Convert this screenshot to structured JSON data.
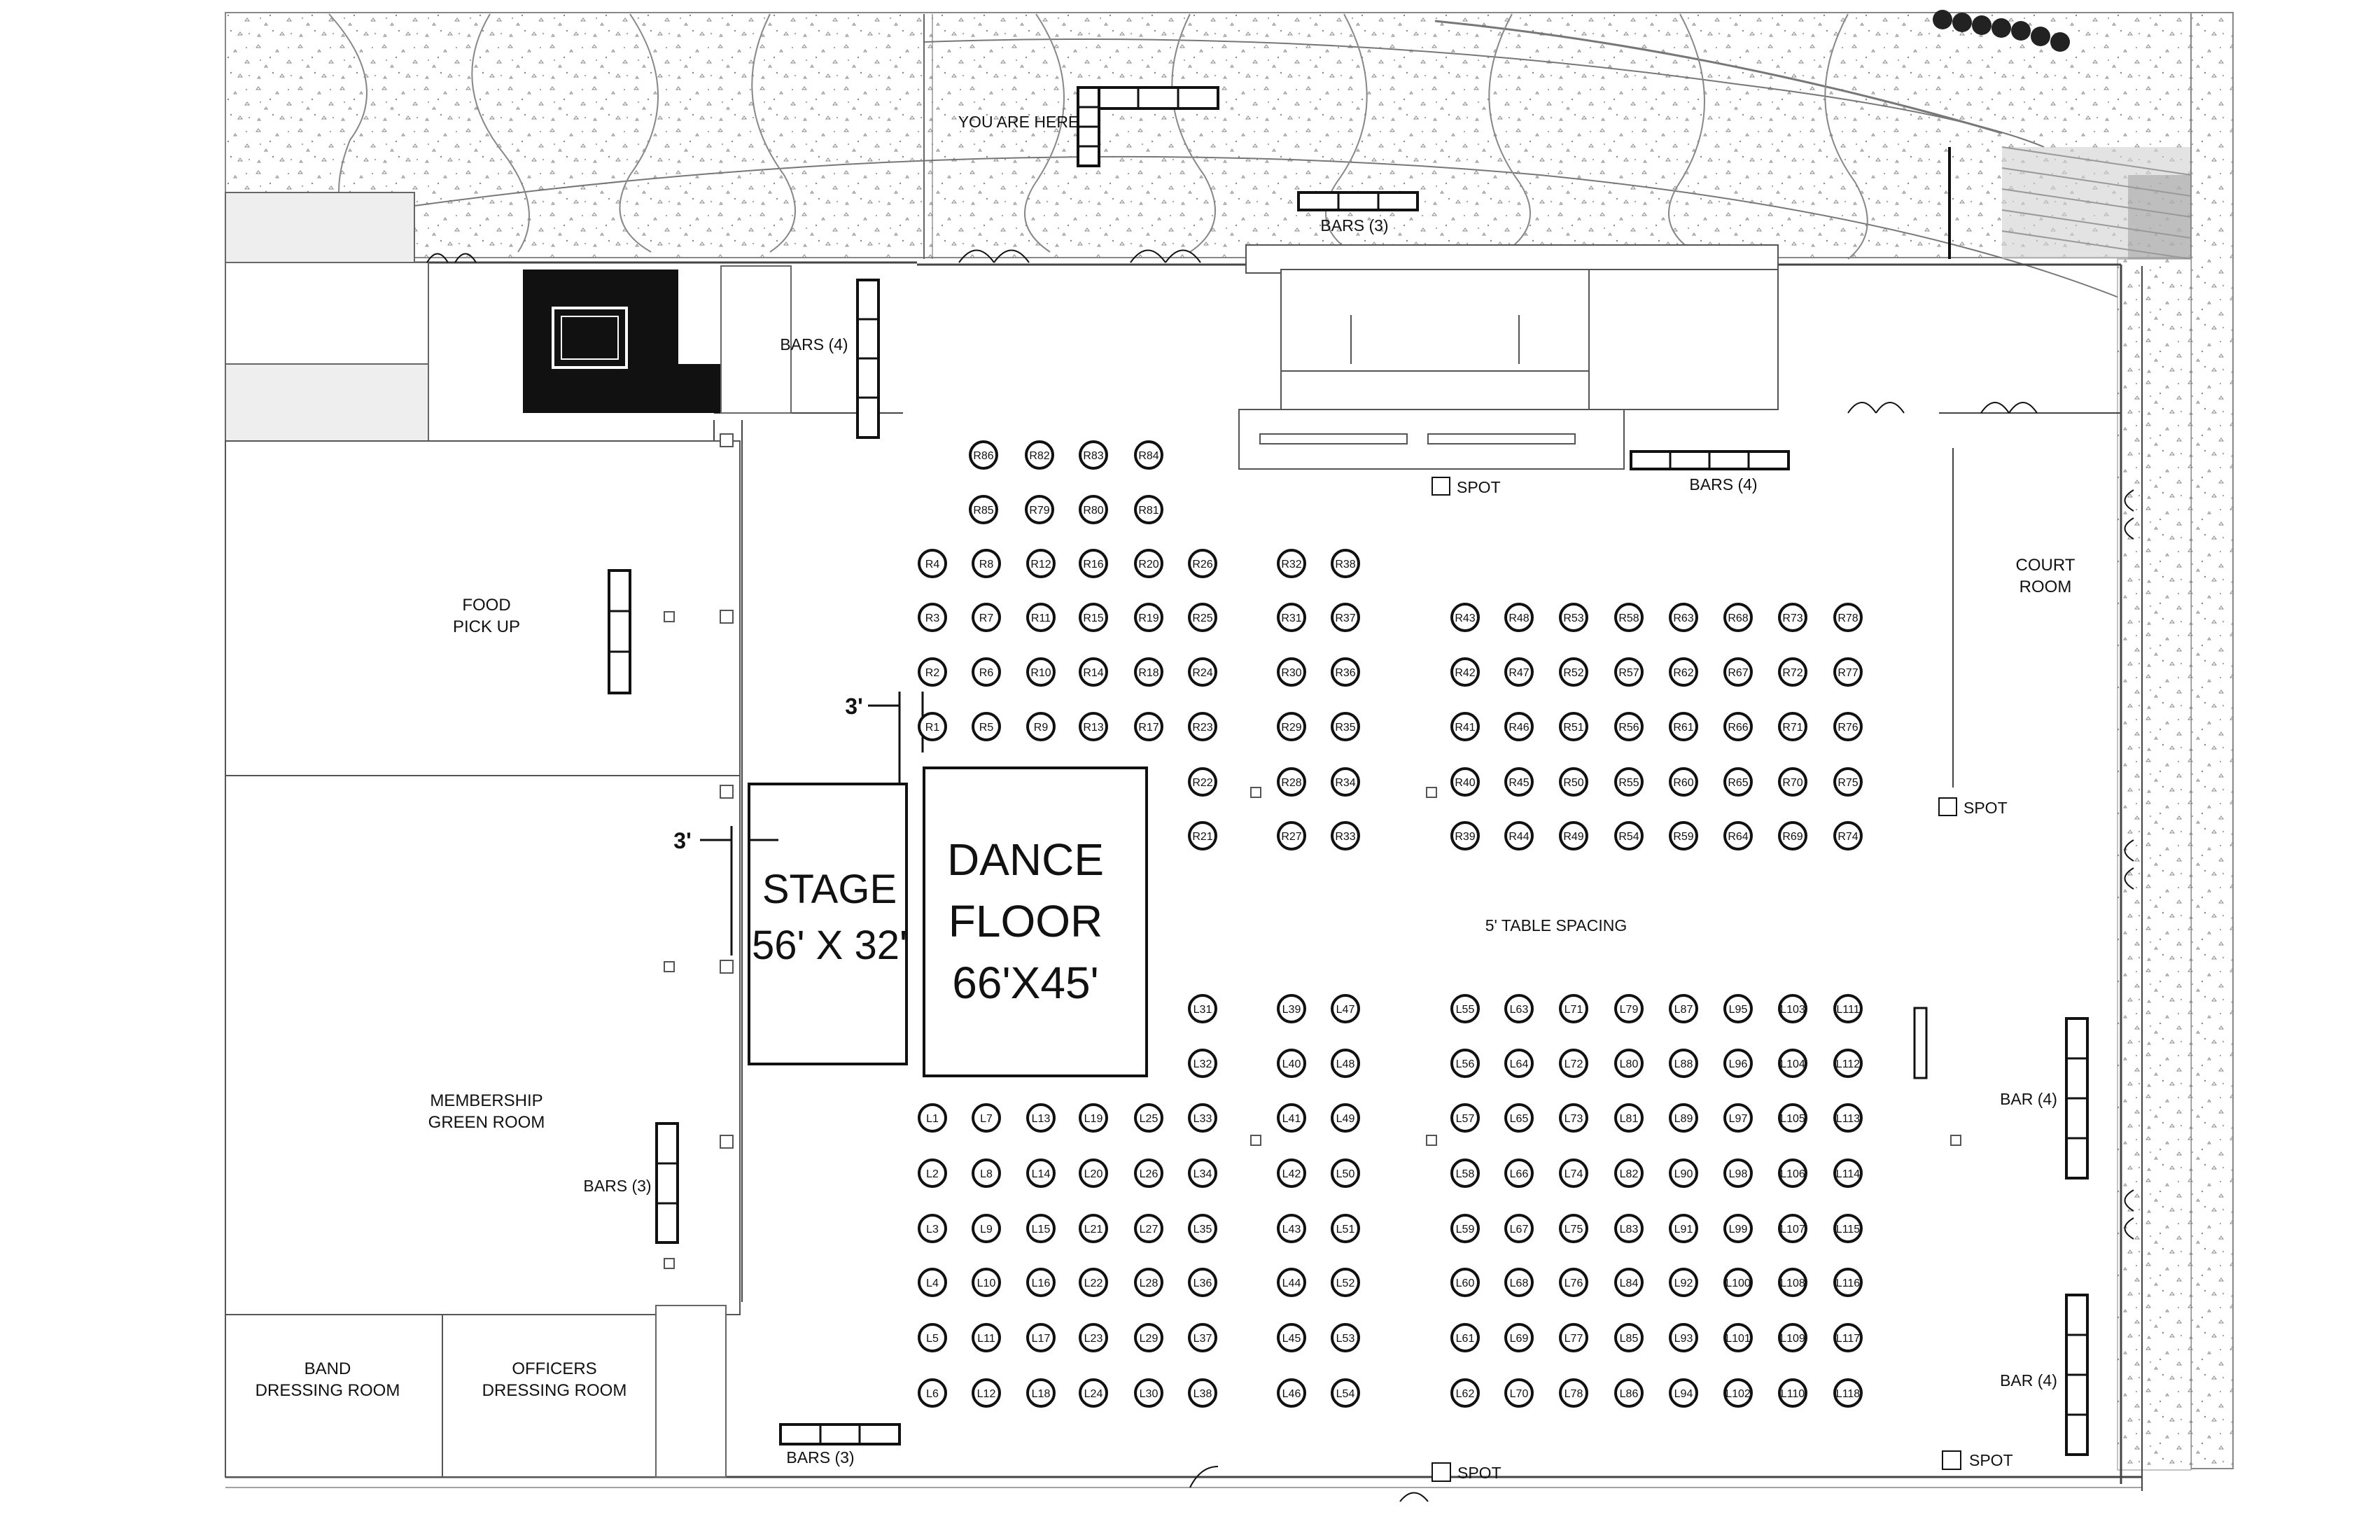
{
  "labels": {
    "you_are_here": "YOU ARE HERE",
    "bars_top": "BARS (3)",
    "bars_left_top": "BARS (4)",
    "bars_right_top": "BARS (4)",
    "spot_top": "SPOT",
    "food": "FOOD\nPICK UP",
    "court_room": "COURT\nROOM",
    "spot_right": "SPOT",
    "dim_top": "3'",
    "dim_left": "3'",
    "stage": "STAGE\n56' X 32'",
    "dance_floor": "DANCE\nFLOOR\n66'X45'",
    "table_spacing": "5' TABLE SPACING",
    "membership": "MEMBERSHIP\nGREEN ROOM",
    "bars_left_bottom": "BARS (3)",
    "bar_right_upper": "BAR (4)",
    "bar_right_lower": "BAR (4)",
    "band": "BAND\nDRESSING ROOM",
    "officers": "OFFICERS\nDRESSING ROOM",
    "bars_bottom": "BARS (3)",
    "spot_bottom": "SPOT",
    "spot_bottom_right": "SPOT"
  },
  "tables": {
    "right_top_rows": [
      [
        "R86",
        "R82",
        "R83",
        "R84"
      ],
      [
        "R85",
        "R79",
        "R80",
        "R81"
      ]
    ],
    "right_left_cols": [
      [
        "R4",
        "R3",
        "R2",
        "R1"
      ],
      [
        "R8",
        "R7",
        "R6",
        "R5"
      ],
      [
        "R12",
        "R11",
        "R10",
        "R9"
      ],
      [
        "R16",
        "R15",
        "R14",
        "R13"
      ],
      [
        "R20",
        "R19",
        "R18",
        "R17"
      ],
      [
        "R26",
        "R25",
        "R24",
        "R23",
        "R22",
        "R21"
      ]
    ],
    "right_mid_cols": [
      [
        "R32",
        "R31",
        "R30",
        "R29",
        "R28",
        "R27"
      ],
      [
        "R38",
        "R37",
        "R36",
        "R35",
        "R34",
        "R33"
      ]
    ],
    "right_east_cols": [
      [
        "R43",
        "R42",
        "R41",
        "R40",
        "R39"
      ],
      [
        "R48",
        "R47",
        "R46",
        "R45",
        "R44"
      ],
      [
        "R53",
        "R52",
        "R51",
        "R50",
        "R49"
      ],
      [
        "R58",
        "R57",
        "R56",
        "R55",
        "R54"
      ],
      [
        "R63",
        "R62",
        "R61",
        "R60",
        "R59"
      ],
      [
        "R68",
        "R67",
        "R66",
        "R65",
        "R64"
      ],
      [
        "R73",
        "R72",
        "R71",
        "R70",
        "R69"
      ],
      [
        "R78",
        "R77",
        "R76",
        "R75",
        "R74"
      ]
    ],
    "left_west_cols": [
      [
        "L1",
        "L2",
        "L3",
        "L4",
        "L5",
        "L6"
      ],
      [
        "L7",
        "L8",
        "L9",
        "L10",
        "L11",
        "L12"
      ],
      [
        "L13",
        "L14",
        "L15",
        "L16",
        "L17",
        "L18"
      ],
      [
        "L19",
        "L20",
        "L21",
        "L22",
        "L23",
        "L24"
      ],
      [
        "L25",
        "L26",
        "L27",
        "L28",
        "L29",
        "L30"
      ]
    ],
    "left_col6": [
      "L31",
      "L32",
      "L33",
      "L34",
      "L35",
      "L36",
      "L37",
      "L38"
    ],
    "left_mid_cols": [
      [
        "L39",
        "L40",
        "L41",
        "L42",
        "L43",
        "L44",
        "L45",
        "L46"
      ],
      [
        "L47",
        "L48",
        "L49",
        "L50",
        "L51",
        "L52",
        "L53",
        "L54"
      ]
    ],
    "left_east_cols": [
      [
        "L55",
        "L56",
        "L57",
        "L58",
        "L59",
        "L60",
        "L61",
        "L62"
      ],
      [
        "L63",
        "L64",
        "L65",
        "L66",
        "L67",
        "L68",
        "L69",
        "L70"
      ],
      [
        "L71",
        "L72",
        "L73",
        "L74",
        "L75",
        "L76",
        "L77",
        "L78"
      ],
      [
        "L79",
        "L80",
        "L81",
        "L82",
        "L83",
        "L84",
        "L85",
        "L86"
      ],
      [
        "L87",
        "L88",
        "L89",
        "L90",
        "L91",
        "L92",
        "L93",
        "L94"
      ],
      [
        "L95",
        "L96",
        "L97",
        "L98",
        "L99",
        "L100",
        "L101",
        "L102"
      ],
      [
        "L103",
        "L104",
        "L105",
        "L106",
        "L107",
        "L108",
        "L109",
        "L110"
      ],
      [
        "L111",
        "L112",
        "L113",
        "L114",
        "L115",
        "L116",
        "L117",
        "L118"
      ]
    ]
  }
}
